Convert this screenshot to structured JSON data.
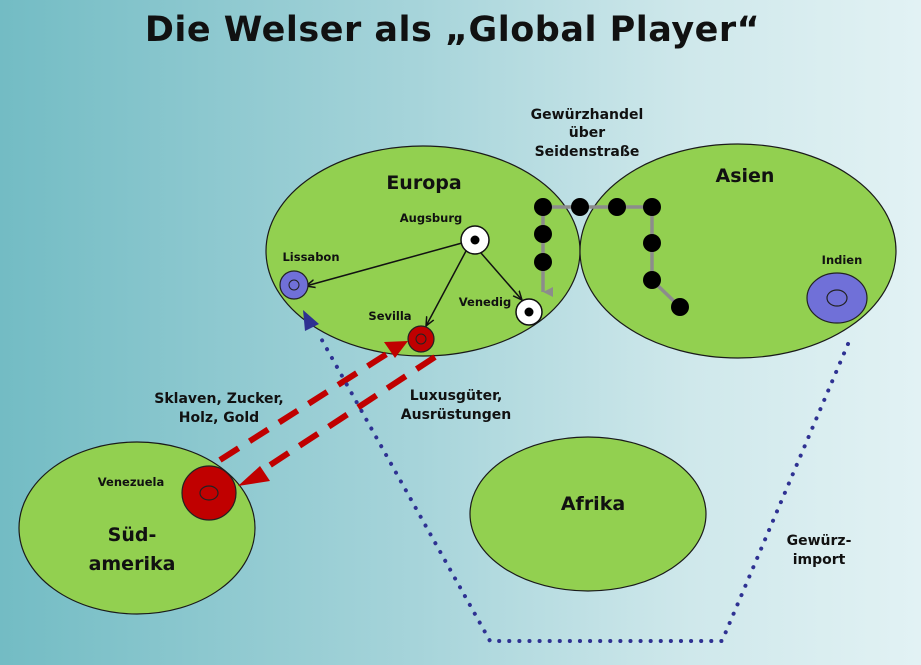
{
  "title": "Die Welser als „Global Player“",
  "continents": {
    "europe": "Europa",
    "asia": "Asien",
    "africa": "Afrika",
    "south_america_line1": "Süd-",
    "south_america_line2": "amerika"
  },
  "places": {
    "augsburg": "Augsburg",
    "lissabon": "Lissabon",
    "sevilla": "Sevilla",
    "venedig": "Venedig",
    "indien": "Indien",
    "venezuela": "Venezuela"
  },
  "annotations": {
    "silk_road_line1": "Gewürzhandel",
    "silk_road_line2": "über",
    "silk_road_line3": "Seidenstraße",
    "import_line1": "Sklaven, Zucker,",
    "import_line2": "Holz, Gold",
    "export_line1": "Luxusgüter,",
    "export_line2": "Ausrüstungen",
    "spice_line1": "Gewürz-",
    "spice_line2": "import"
  },
  "colors": {
    "continent_fill": "#92d050",
    "route_red": "#c00000",
    "route_blue": "#2e3192",
    "city_blue": "#7070d8",
    "silk_gray": "#8c8c8c"
  }
}
